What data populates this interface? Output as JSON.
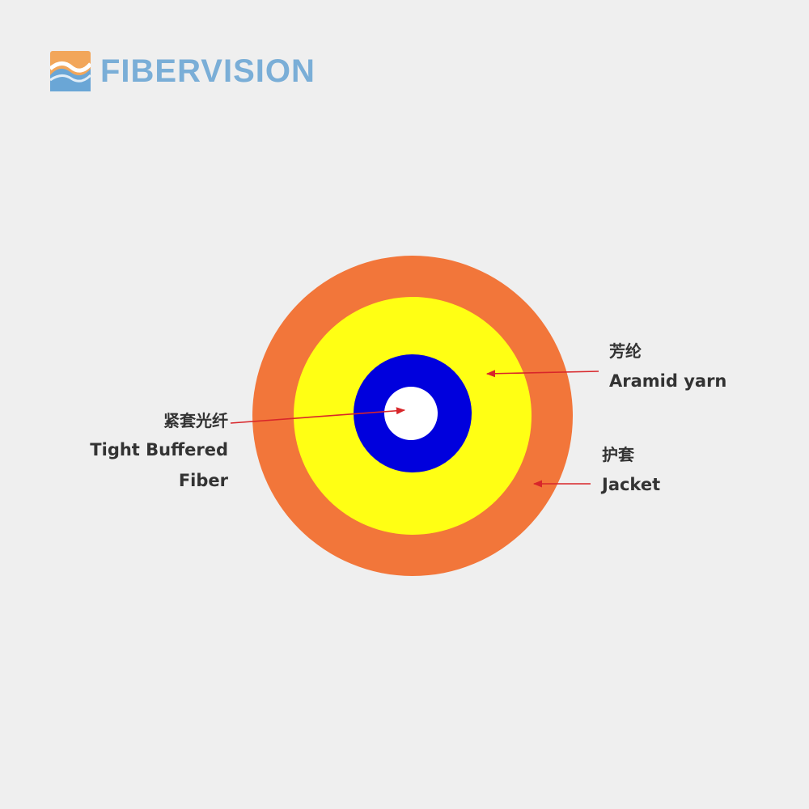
{
  "brand": {
    "name": "FIBERVISION",
    "logo_icon": "wave-logo-icon",
    "colors": {
      "text": "#7aaed7",
      "orange": "#f2a65a",
      "blue": "#6aa6d6"
    }
  },
  "layers": [
    {
      "id": "jacket",
      "color": "#f2763a"
    },
    {
      "id": "aramid",
      "color": "#ffff14"
    },
    {
      "id": "buffer",
      "color": "#0000dd"
    },
    {
      "id": "fiber-core",
      "color": "#ffffff"
    }
  ],
  "labels": {
    "fiber": {
      "cn": "紧套光纤",
      "en_line1": "Tight Buffered",
      "en_line2": "Fiber"
    },
    "aramid": {
      "cn": "芳纶",
      "en": "Aramid yarn"
    },
    "jacket": {
      "cn": "护套",
      "en": "Jacket"
    }
  },
  "arrow_color": "#d8262a"
}
